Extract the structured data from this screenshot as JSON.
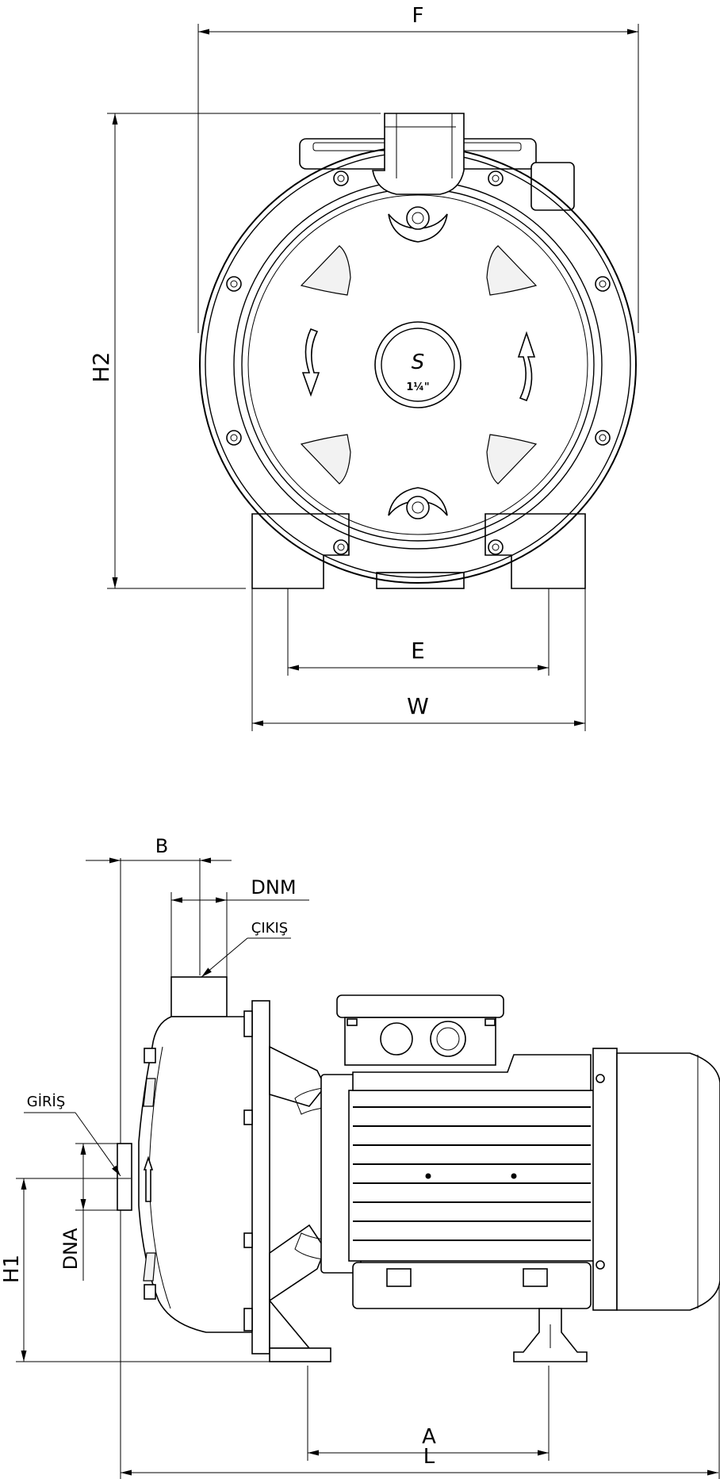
{
  "front_view": {
    "dims": {
      "F": "F",
      "H2": "H2",
      "E": "E",
      "W": "W"
    },
    "cover_text": {
      "logo": "S",
      "size": "1¼\""
    }
  },
  "side_view": {
    "dims": {
      "B": "B",
      "DNM": "DNM",
      "H1": "H1",
      "DNA": "DNA",
      "A": "A",
      "L": "L"
    },
    "labels": {
      "outlet": "ÇIKIŞ",
      "inlet": "GİRİŞ"
    }
  }
}
